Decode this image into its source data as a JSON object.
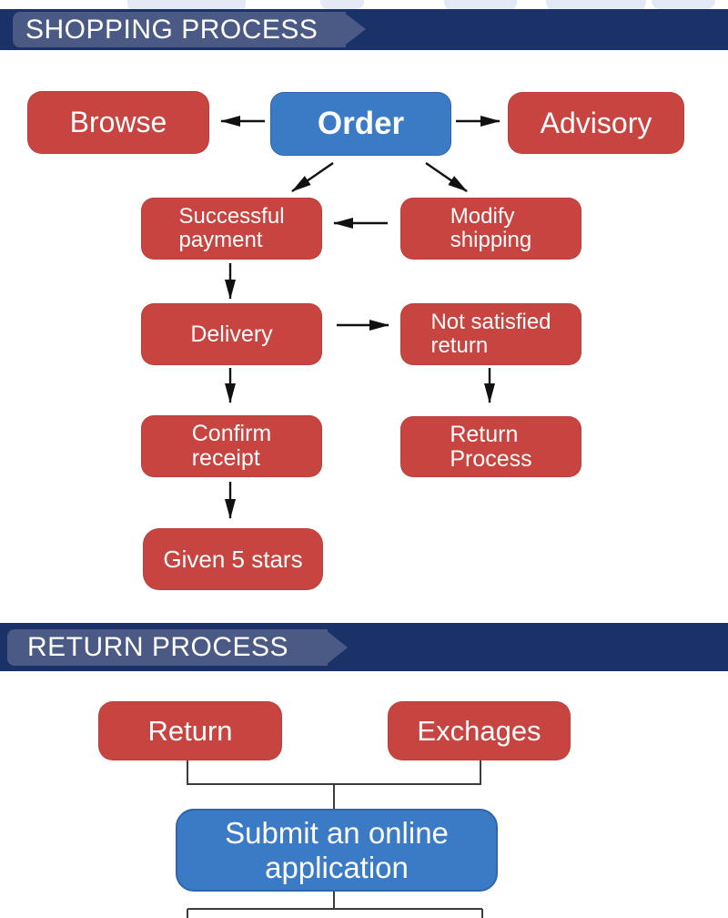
{
  "shopping": {
    "header": "SHOPPING PROCESS",
    "nodes": {
      "browse": {
        "label": "Browse"
      },
      "order": {
        "label": "Order"
      },
      "advisory": {
        "label": "Advisory"
      },
      "successful_payment": {
        "lines": [
          "Successful",
          "payment"
        ]
      },
      "modify_shipping": {
        "lines": [
          "Modify",
          "shipping"
        ]
      },
      "delivery": {
        "label": "Delivery"
      },
      "not_satisfied_return": {
        "lines": [
          "Not satisfied",
          "return"
        ]
      },
      "confirm_receipt": {
        "lines": [
          "Confirm",
          "receipt"
        ]
      },
      "return_process": {
        "lines": [
          "Return",
          "Process"
        ]
      },
      "given_5_stars": {
        "label": "Given 5 stars"
      }
    }
  },
  "returns": {
    "header": "RETURN PROCESS",
    "nodes": {
      "return": {
        "label": "Return"
      },
      "exchages": {
        "label": "Exchages"
      },
      "submit_application": {
        "lines": [
          "Submit an online",
          "application"
        ]
      }
    }
  },
  "colors": {
    "node_red": "#c74440",
    "node_blue": "#3b7ac4",
    "header_navy": "#1a3268",
    "header_banner": "#4a5a85",
    "arrow_black": "#111111",
    "connector_gray": "#3c3c3c"
  }
}
